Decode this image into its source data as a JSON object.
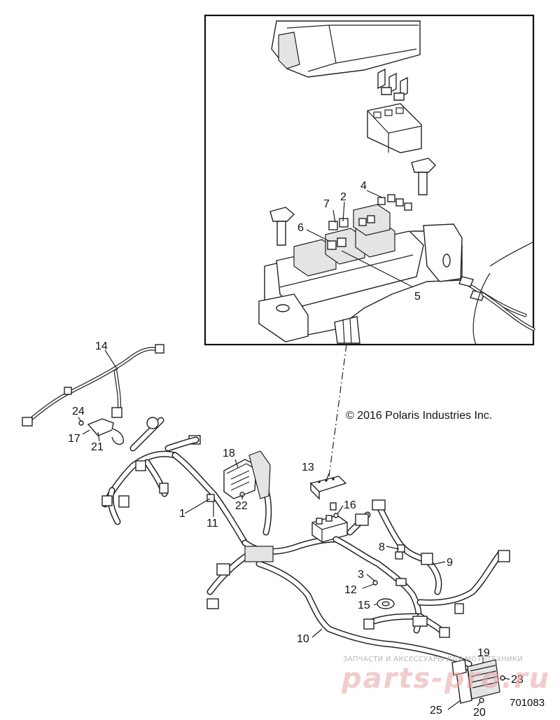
{
  "copyright": "© 2016 Polaris Industries Inc.",
  "diagram_number": "701083",
  "watermark": {
    "line1": "ЗАПЧАСТИ И АКСЕССУАРЫ ДЛЯ МОТОТЕХНИКИ",
    "logo": "parts-pro.ru"
  },
  "callouts": {
    "c1": "1",
    "c2": "2",
    "c3": "3",
    "c4": "4",
    "c5": "5",
    "c6": "6",
    "c7": "7",
    "c8": "8",
    "c9": "9",
    "c10": "10",
    "c11": "11",
    "c12": "12",
    "c13": "13",
    "c14": "14",
    "c15": "15",
    "c16": "16",
    "c17": "17",
    "c18": "18",
    "c19": "19",
    "c20": "20",
    "c21": "21",
    "c22": "22",
    "c23": "23",
    "c24": "24",
    "c25": "25"
  }
}
